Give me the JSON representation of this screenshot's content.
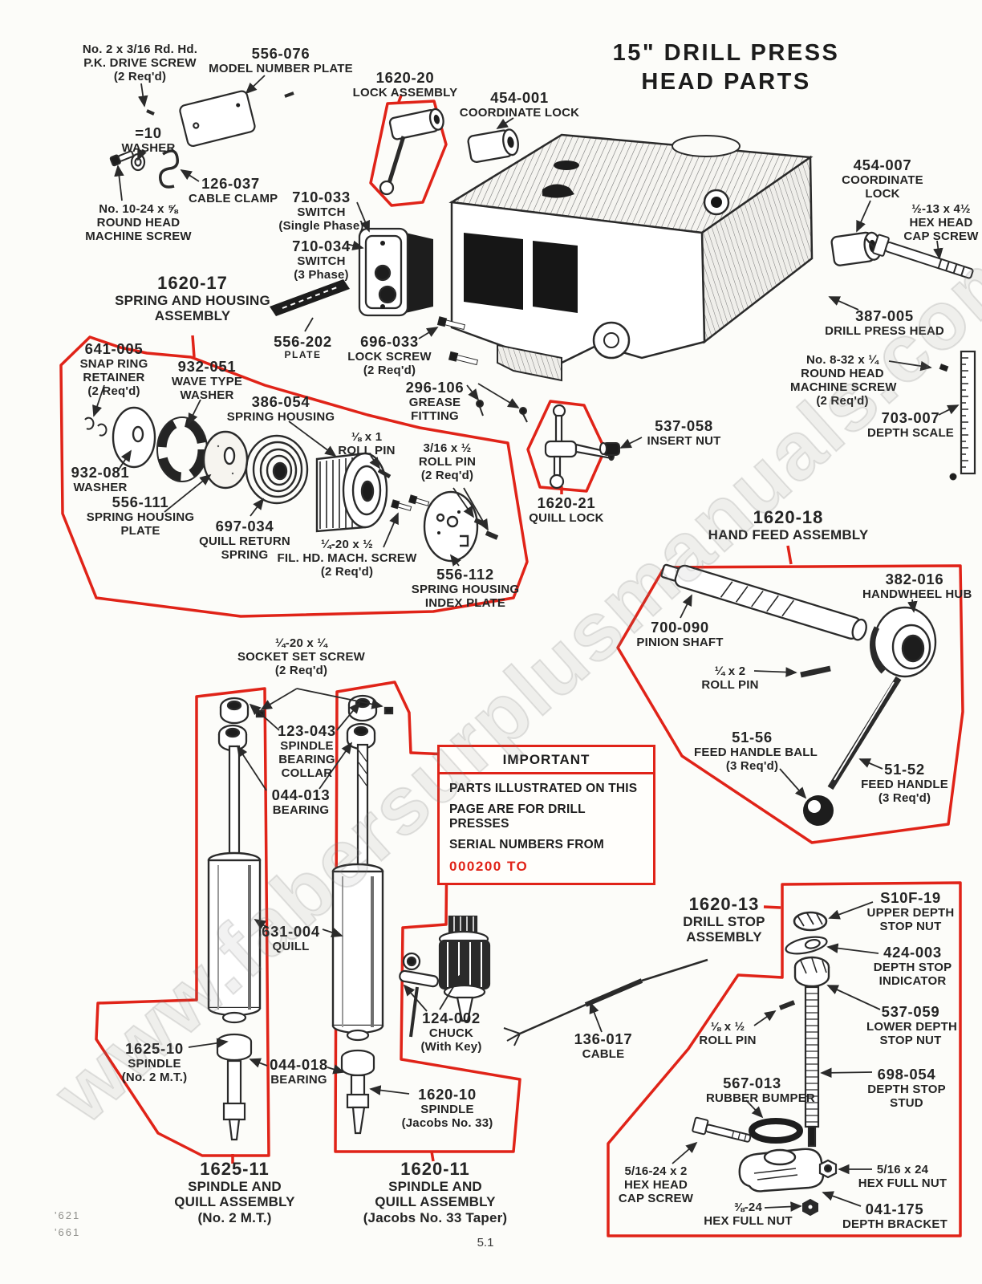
{
  "page": {
    "title_line1": "15\" DRILL PRESS",
    "title_line2": "HEAD PARTS",
    "page_number": "5.1",
    "stamp_line1": "'621",
    "stamp_line2": "'661",
    "watermark": "www.fabersurplusmanuals.com"
  },
  "colors": {
    "red": "#e02318",
    "ink": "#2a2a2a",
    "paper": "#fcfcf9"
  },
  "important_box": {
    "header": "IMPORTANT",
    "line1": "PARTS ILLUSTRATED ON THIS",
    "line2": "PAGE ARE FOR DRILL PRESSES",
    "line3": "SERIAL NUMBERS FROM",
    "serial_range": "000200 TO"
  },
  "labels": [
    [
      "No. 2 x 3/16 Rd. Hd.",
      "P.K. DRIVE SCREW",
      "(2 Req'd)"
    ],
    [
      "556-076",
      "MODEL NUMBER PLATE"
    ],
    [
      "1620-20",
      "LOCK ASSEMBLY"
    ],
    [
      "454-001",
      "COORDINATE LOCK"
    ],
    [
      "=10",
      "WASHER"
    ],
    [
      "126-037",
      "CABLE CLAMP"
    ],
    [
      "No. 10-24 x ⅝",
      "ROUND HEAD",
      "MACHINE SCREW"
    ],
    [
      "710-033",
      "SWITCH",
      "(Single Phase)"
    ],
    [
      "710-034",
      "SWITCH",
      "(3 Phase)"
    ],
    [
      "454-007",
      "COORDINATE",
      "LOCK"
    ],
    [
      "½-13 x 4½",
      "HEX HEAD",
      "CAP SCREW"
    ],
    [
      "1620-17",
      "SPRING AND HOUSING",
      "ASSEMBLY"
    ],
    [
      "556-202",
      "PLATE"
    ],
    [
      "696-033",
      "LOCK SCREW",
      "(2 Req'd)"
    ],
    [
      "296-106",
      "GREASE",
      "FITTING"
    ],
    [
      "387-005",
      "DRILL PRESS HEAD"
    ],
    [
      "No. 8-32 x ¼",
      "ROUND HEAD",
      "MACHINE SCREW",
      "(2 Req'd)"
    ],
    [
      "703-007",
      "DEPTH SCALE"
    ],
    [
      "641-005",
      "SNAP RING",
      "RETAINER",
      "(2 Req'd)"
    ],
    [
      "932-051",
      "WAVE TYPE",
      "WASHER"
    ],
    [
      "386-054",
      "SPRING HOUSING"
    ],
    [
      "⅛ x 1",
      "ROLL PIN"
    ],
    [
      "3/16 x ½",
      "ROLL PIN",
      "(2 Req'd)"
    ],
    [
      "537-058",
      "INSERT NUT"
    ],
    [
      "932-081",
      "WASHER"
    ],
    [
      "556-111",
      "SPRING HOUSING",
      "PLATE"
    ],
    [
      "697-034",
      "QUILL RETURN",
      "SPRING"
    ],
    [
      "¼-20 x ½",
      "FIL. HD. MACH. SCREW",
      "(2 Req'd)"
    ],
    [
      "556-112",
      "SPRING HOUSING",
      "INDEX PLATE"
    ],
    [
      "1620-21",
      "QUILL LOCK"
    ],
    [
      "1620-18",
      "HAND FEED ASSEMBLY"
    ],
    [
      "382-016",
      "HANDWHEEL HUB"
    ],
    [
      "700-090",
      "PINION SHAFT"
    ],
    [
      "¼ x 2",
      "ROLL PIN"
    ],
    [
      "51-56",
      "FEED HANDLE BALL",
      "(3 Req'd)"
    ],
    [
      "51-52",
      "FEED HANDLE",
      "(3 Req'd)"
    ],
    [
      "¼-20 x ¼",
      "SOCKET SET SCREW",
      "(2 Req'd)"
    ],
    [
      "123-043",
      "SPINDLE",
      "BEARING",
      "COLLAR"
    ],
    [
      "044-013",
      "BEARING"
    ],
    [
      "631-004",
      "QUILL"
    ],
    [
      "1620-13",
      "DRILL STOP",
      "ASSEMBLY"
    ],
    [
      "S10F-19",
      "UPPER DEPTH",
      "STOP NUT"
    ],
    [
      "424-003",
      "DEPTH STOP",
      "INDICATOR"
    ],
    [
      "537-059",
      "LOWER DEPTH",
      "STOP NUT"
    ],
    [
      "⅛ x ½",
      "ROLL PIN"
    ],
    [
      "698-054",
      "DEPTH STOP",
      "STUD"
    ],
    [
      "567-013",
      "RUBBER BUMPER"
    ],
    [
      "1625-10",
      "SPINDLE",
      "(No. 2 M.T.)"
    ],
    [
      "044-018",
      "BEARING"
    ],
    [
      "1620-10",
      "SPINDLE",
      "(Jacobs No. 33)"
    ],
    [
      "124-002",
      "CHUCK",
      "(With Key)"
    ],
    [
      "136-017",
      "CABLE"
    ],
    [
      "5/16-24 x 2",
      "HEX HEAD",
      "CAP SCREW"
    ],
    [
      "5/16 x 24",
      "HEX FULL NUT"
    ],
    [
      "⅜-24",
      "HEX FULL NUT"
    ],
    [
      "041-175",
      "DEPTH BRACKET"
    ],
    [
      "1625-11",
      "SPINDLE AND",
      "QUILL ASSEMBLY",
      "(No. 2 M.T.)"
    ],
    [
      "1620-11",
      "SPINDLE AND",
      "QUILL ASSEMBLY",
      "(Jacobs No. 33 Taper)"
    ]
  ]
}
